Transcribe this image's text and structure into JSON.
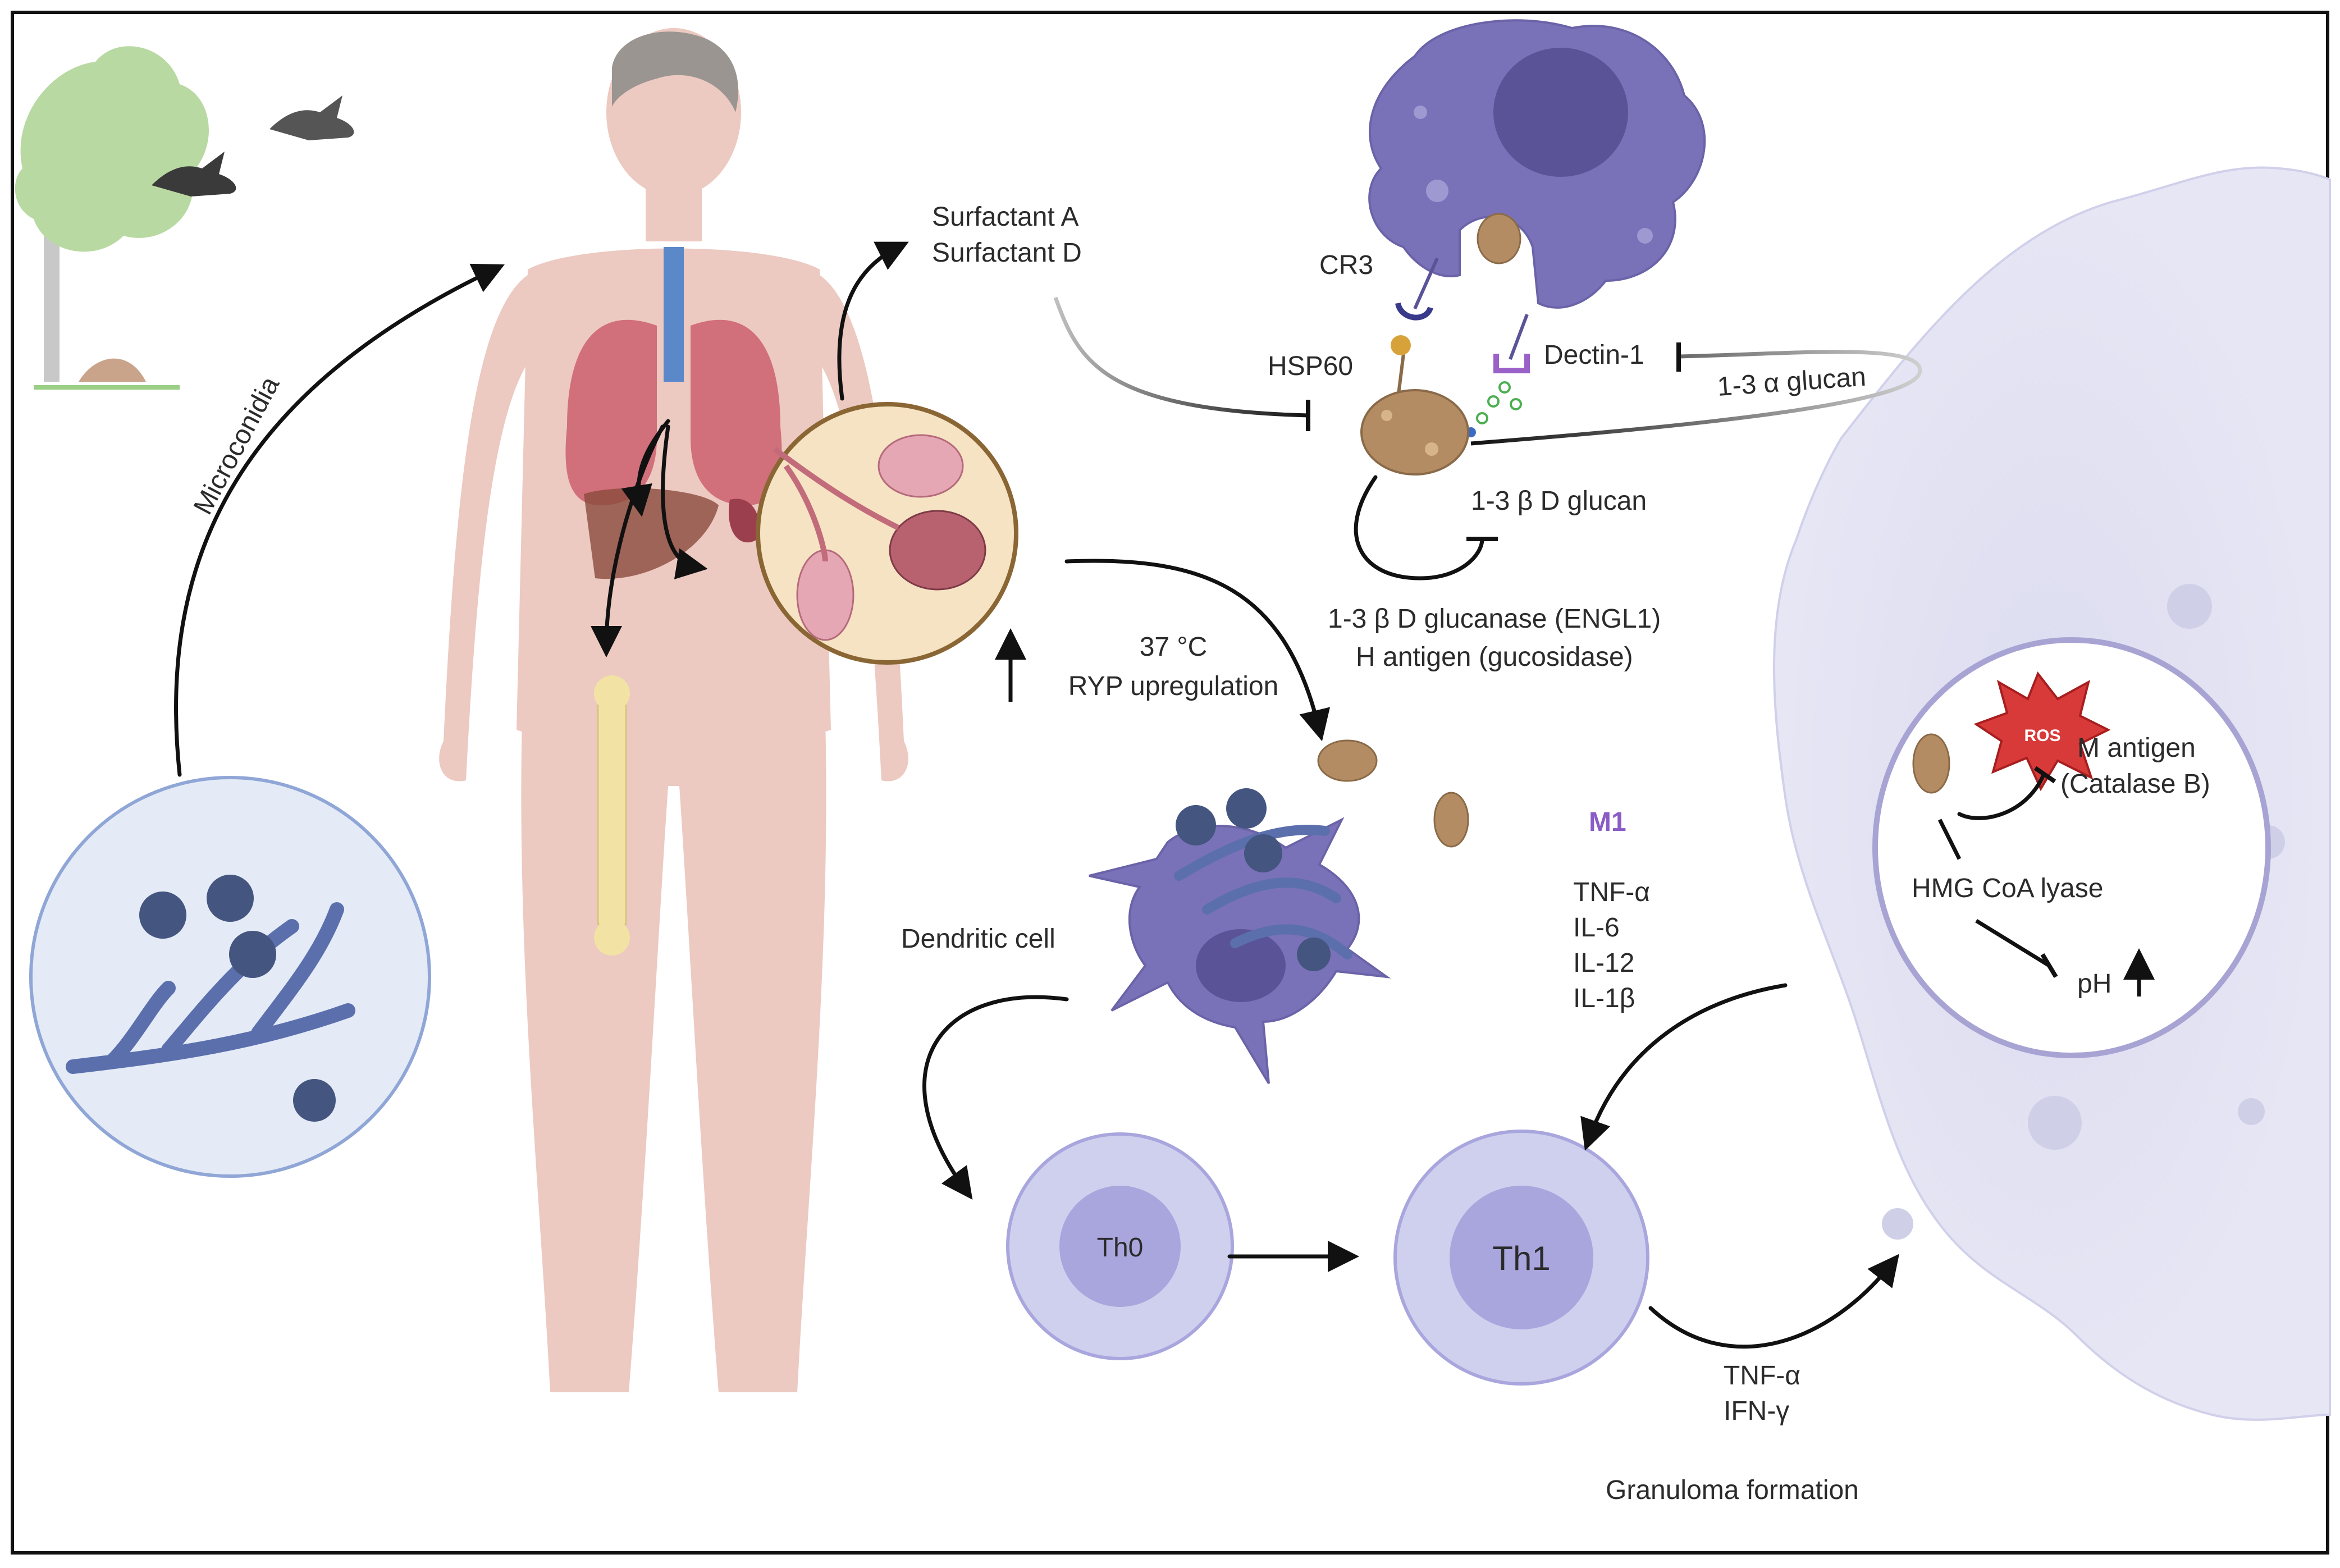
{
  "labels": {
    "microconidia": "Microconidia",
    "surfactant_a": "Surfactant A",
    "surfactant_d": "Surfactant D",
    "cr3": "CR3",
    "hsp60": "HSP60",
    "dectin1": "Dectin-1",
    "alpha_glucan": "1-3 α glucan",
    "beta_glucan": "1-3 β D glucan",
    "glucanase": "1-3 β D glucanase (ENGL1)",
    "h_antigen": "H antigen (gucosidase)",
    "temp": "37 °C",
    "ryp": "RYP upregulation",
    "dendritic_cell": "Dendritic cell",
    "m1": "M1",
    "cytokines_m1": [
      "TNF-α",
      "IL-6",
      "IL-12",
      "IL-1β"
    ],
    "th0": "Th0",
    "th1": "Th1",
    "cytokines_th1": [
      "TNF-α",
      "IFN-γ"
    ],
    "granuloma": "Granuloma formation",
    "ros": "ROS",
    "m_antigen": "M antigen",
    "catalase": "(Catalase B)",
    "hmg": "HMG CoA lyase",
    "ph": "pH"
  },
  "colors": {
    "macrophage": "#7a72b8",
    "macrophage_nucleus": "#5a5398",
    "tcell_outer": "#cfd0ee",
    "tcell_inner": "#a9a6de",
    "yeast": "#b48c63",
    "skin": "#ecc9c1",
    "m1_label": "#8a5cc6",
    "ros": "#d83a3a"
  }
}
